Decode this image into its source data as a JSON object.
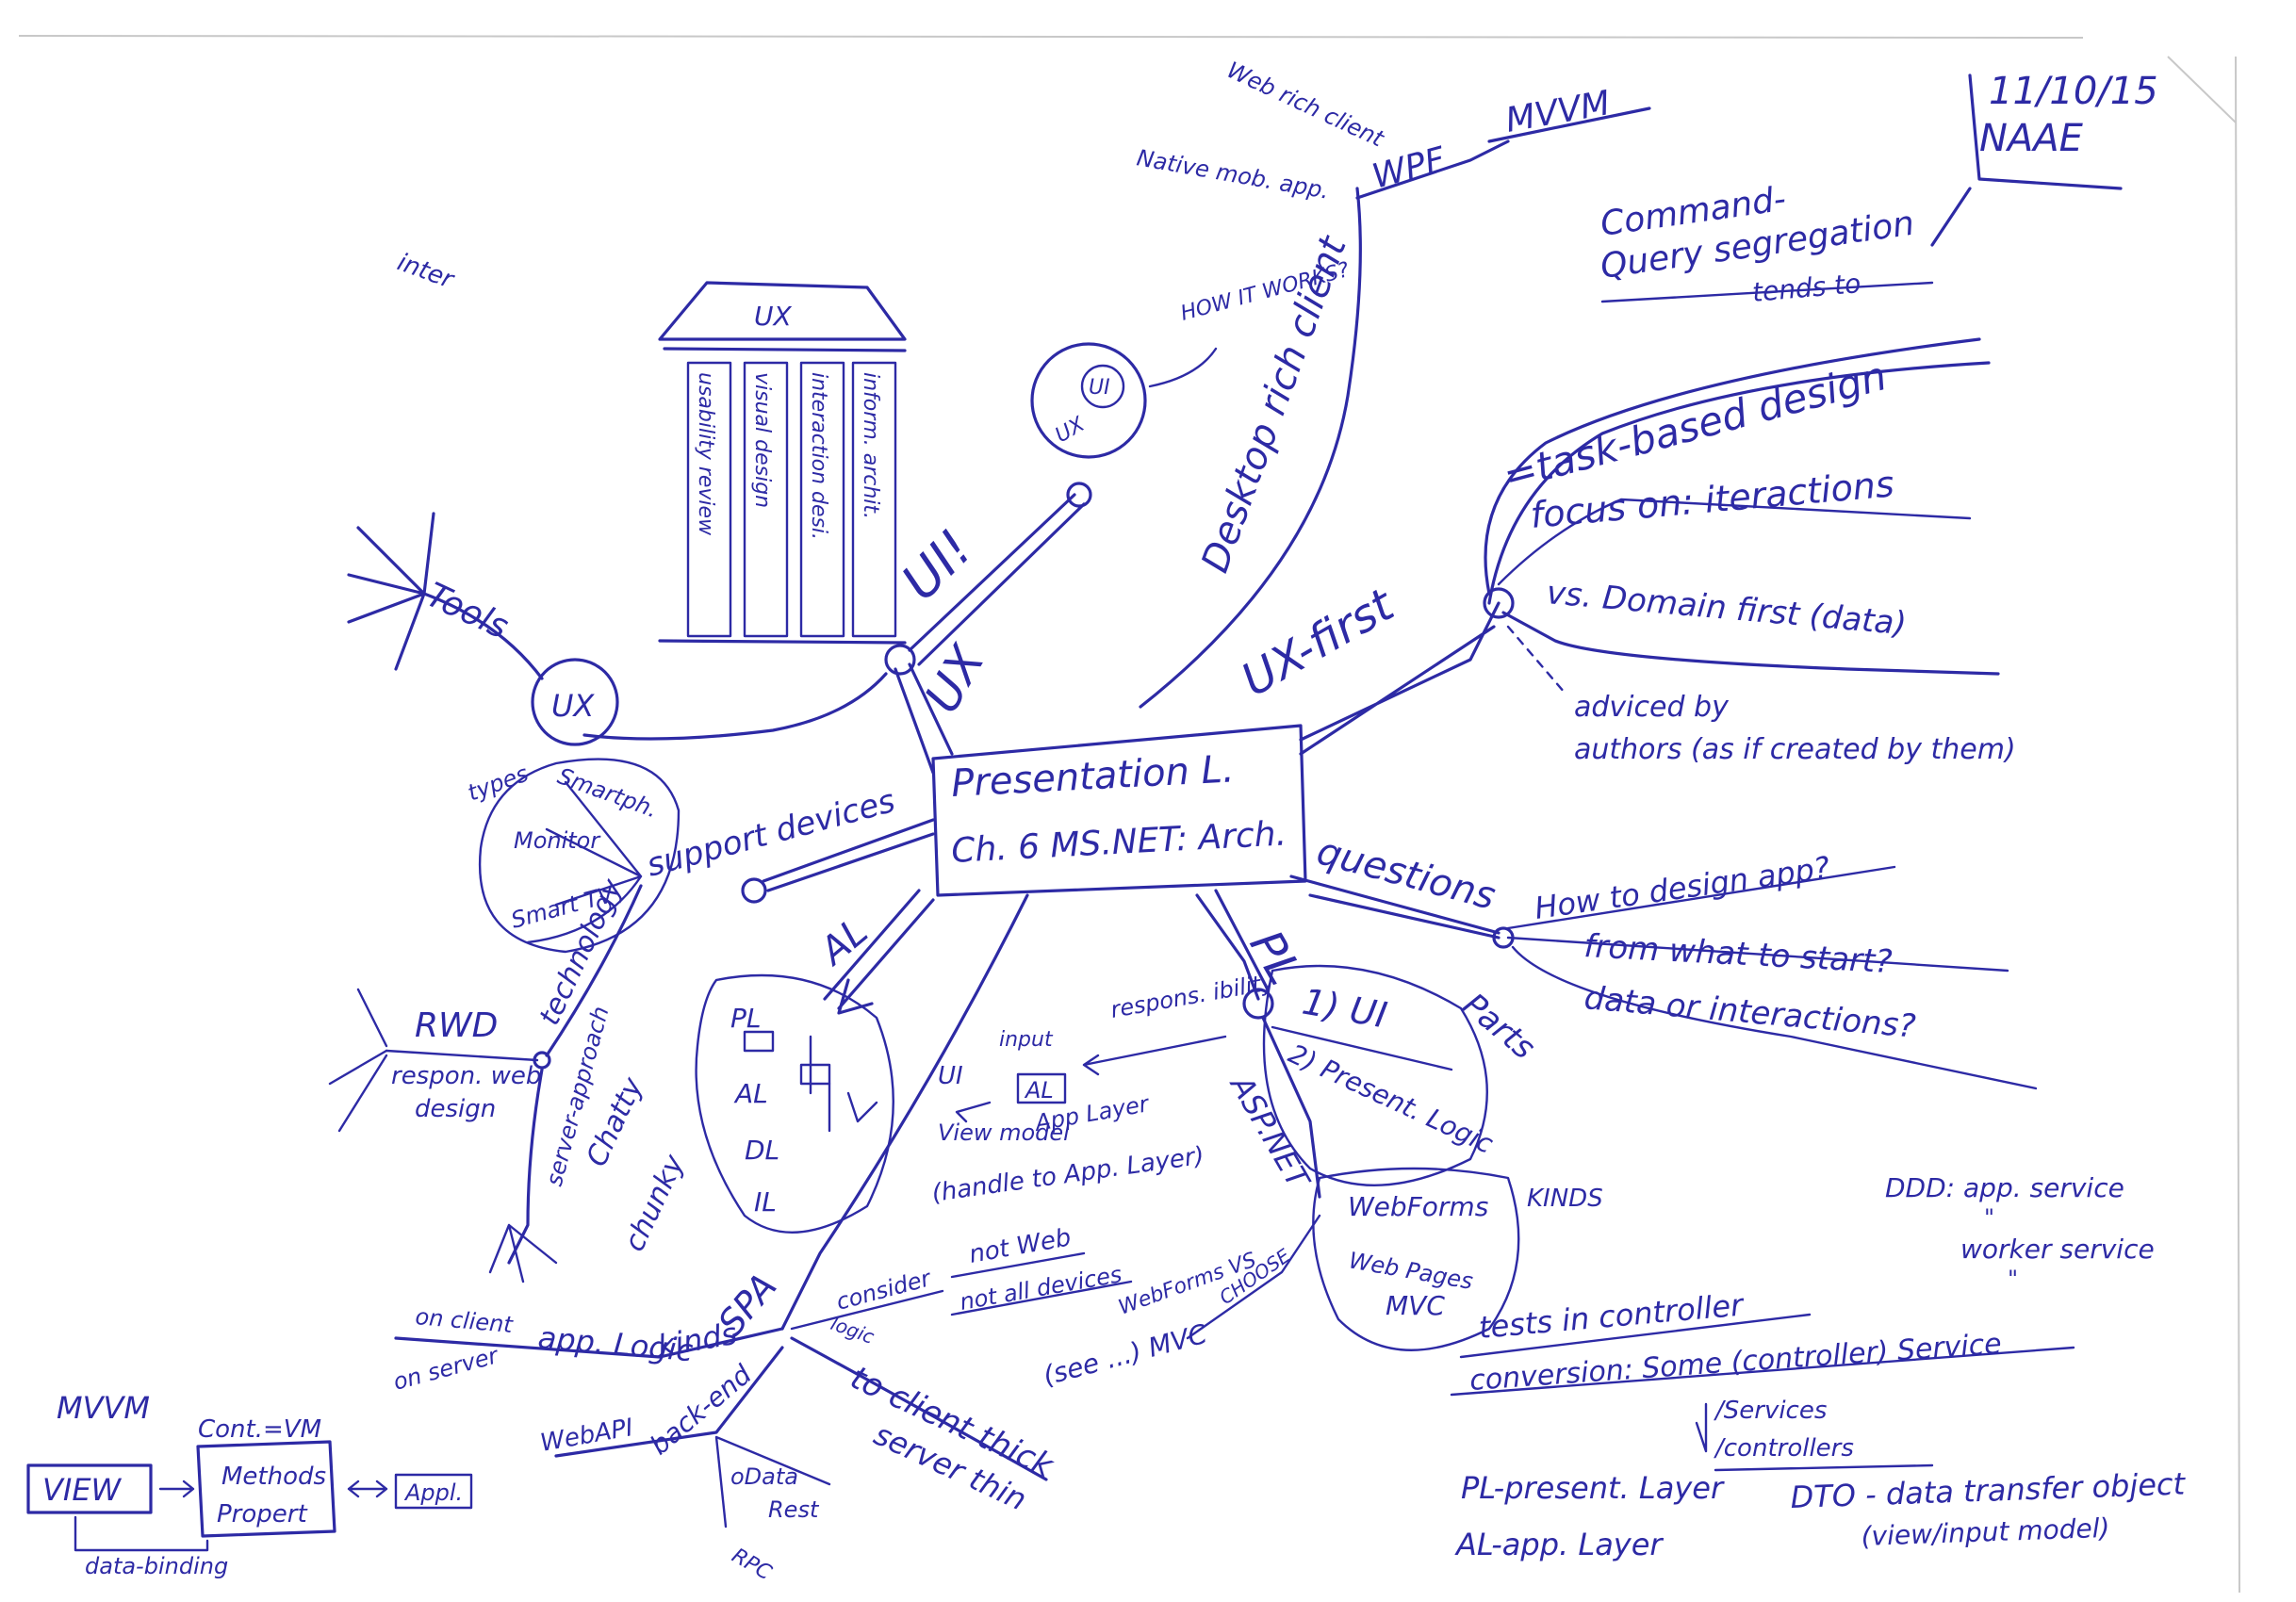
{
  "date": "11/10/15",
  "author": "NAAE",
  "colors": {
    "ink": "#2d2aa5",
    "paper": "#ffffff"
  },
  "center": {
    "line1": "Presentation L.",
    "line2": "Ch. 6 MS.NET: Arch."
  },
  "ux_hub": {
    "label": "UX",
    "tools": "Tools",
    "temple_roof": "UX",
    "pillars": [
      "usability review",
      "visual design",
      "interaction desi.",
      "inform. archit."
    ],
    "ui_branch": "UI!",
    "ui_bubble": "UI",
    "ui_bubble_inner": "UX",
    "how_it_works": "HOW IT WORKS?",
    "inter": "inter"
  },
  "clients": {
    "desktop": "Desktop rich client",
    "wpf": "WPF",
    "mvvm": "MVVM",
    "web_rich_client": "Web rich client",
    "native_mob": "Native mob. app."
  },
  "ux_first": {
    "label": "UX-first",
    "cqrs_1": "Command-",
    "cqrs_2": "Query segregation",
    "tends_to": "tends to",
    "task_based": "=task-based design",
    "focus": "focus on: iteractions",
    "vs_domain": "vs. Domain first (data)",
    "adviced_1": "adviced by",
    "adviced_2": "authors (as if created by them)"
  },
  "questions": {
    "label": "questions",
    "q1": "How to design app?",
    "q2": "from what to start?",
    "q3": "data or interactions?"
  },
  "devices": {
    "support": "support devices",
    "types": "types",
    "smartph": "Smartph.",
    "monitor": "Monitor",
    "smart_tv": "Smart TV",
    "technology": "technology",
    "rwd": "RWD",
    "rwd_def_1": "respon. web",
    "rwd_def_2": "design",
    "server_approach": "server-approach"
  },
  "al": {
    "label": "AL",
    "layers": [
      "PL",
      "AL",
      "DL",
      "IL"
    ],
    "chatty": "Chatty",
    "chunky": "chunky",
    "ui": "UI",
    "input": "input",
    "al_box": "AL",
    "responsibility": "respons. ibility",
    "view_model": "View model",
    "applayer": "App Layer",
    "handle": "(handle to App. Layer)"
  },
  "pl": {
    "label": "PL",
    "parts": "Parts",
    "part1": "1) UI",
    "part2": "2) Present. Logic",
    "asp_net": "ASP.NET",
    "webforms": "WebForms",
    "kinds": "KINDS",
    "web_pages": "Web Pages",
    "mvc": "MVC",
    "webforms_vs": "WebForms VS",
    "choose": "CHOOSE",
    "see": "(see ...) MVC"
  },
  "controller": {
    "tests": "tests in controller",
    "conversion": "conversion: Some (controller) Service",
    "services": "/Services",
    "controllers": "/controllers",
    "ddd": "DDD: app. service",
    "ditto1": "\"",
    "worker": "worker service",
    "ditto2": "\""
  },
  "spa": {
    "label": "SPA",
    "consider": "consider",
    "not_web": "not Web",
    "not_all": "not all devices",
    "on_client": "on client",
    "app_logic": "app. Logic",
    "kinds": "kinds",
    "on_server": "on server",
    "logic": "logic",
    "to_client": "to client thick",
    "server_thin": "server thin",
    "back_end": "back-end",
    "web_api": "WebAPI",
    "odata": "oData",
    "rest": "Rest",
    "rpc": "RPC"
  },
  "mvvm_box": {
    "title": "MVVM",
    "view": "VIEW",
    "cont_vm": "Cont.=VM",
    "methods": "Methods",
    "propert": "Propert",
    "appl": "Appl.",
    "binding": "data-binding"
  },
  "legend": {
    "pl": "PL-present. Layer",
    "al": "AL-app. Layer",
    "dto_1": "DTO - data transfer object",
    "dto_2": "(view/input model)"
  }
}
